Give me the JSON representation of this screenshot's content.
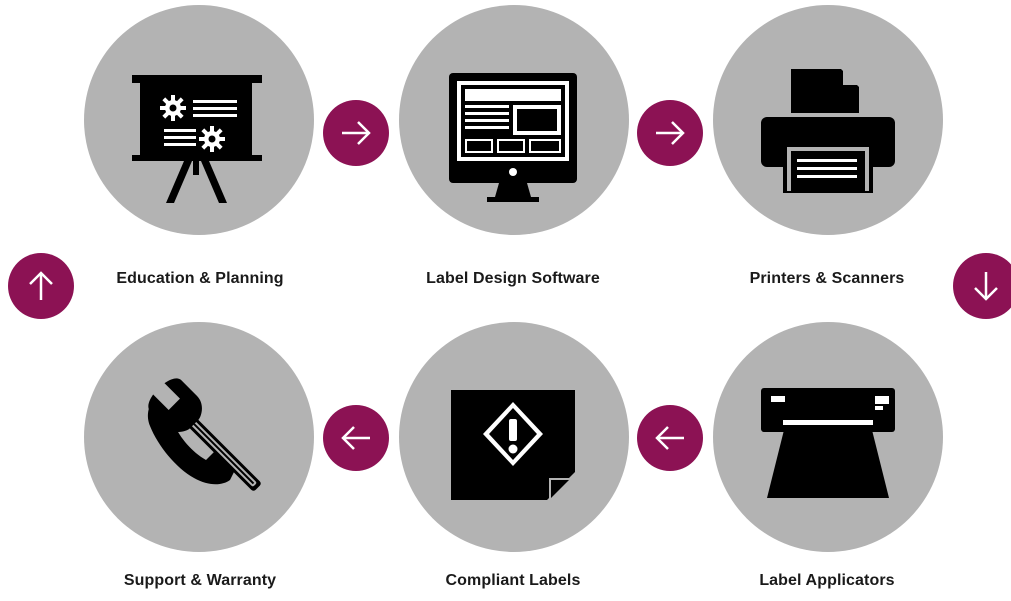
{
  "colors": {
    "circle": "#b3b3b3",
    "arrow": "#8c1254",
    "icon": "#000000",
    "text": "#1a1a1a"
  },
  "steps": [
    {
      "label": "Education & Planning",
      "icon": "presentation-board-icon"
    },
    {
      "label": "Label Design Software",
      "icon": "computer-monitor-icon"
    },
    {
      "label": "Printers & Scanners",
      "icon": "printer-icon"
    },
    {
      "label": "Label Applicators",
      "icon": "label-applicator-icon"
    },
    {
      "label": "Compliant Labels",
      "icon": "warning-label-icon"
    },
    {
      "label": "Support & Warranty",
      "icon": "phone-wrench-icon"
    }
  ],
  "arrows": [
    "arrow-right",
    "arrow-right",
    "arrow-down",
    "arrow-left",
    "arrow-left",
    "arrow-up"
  ]
}
